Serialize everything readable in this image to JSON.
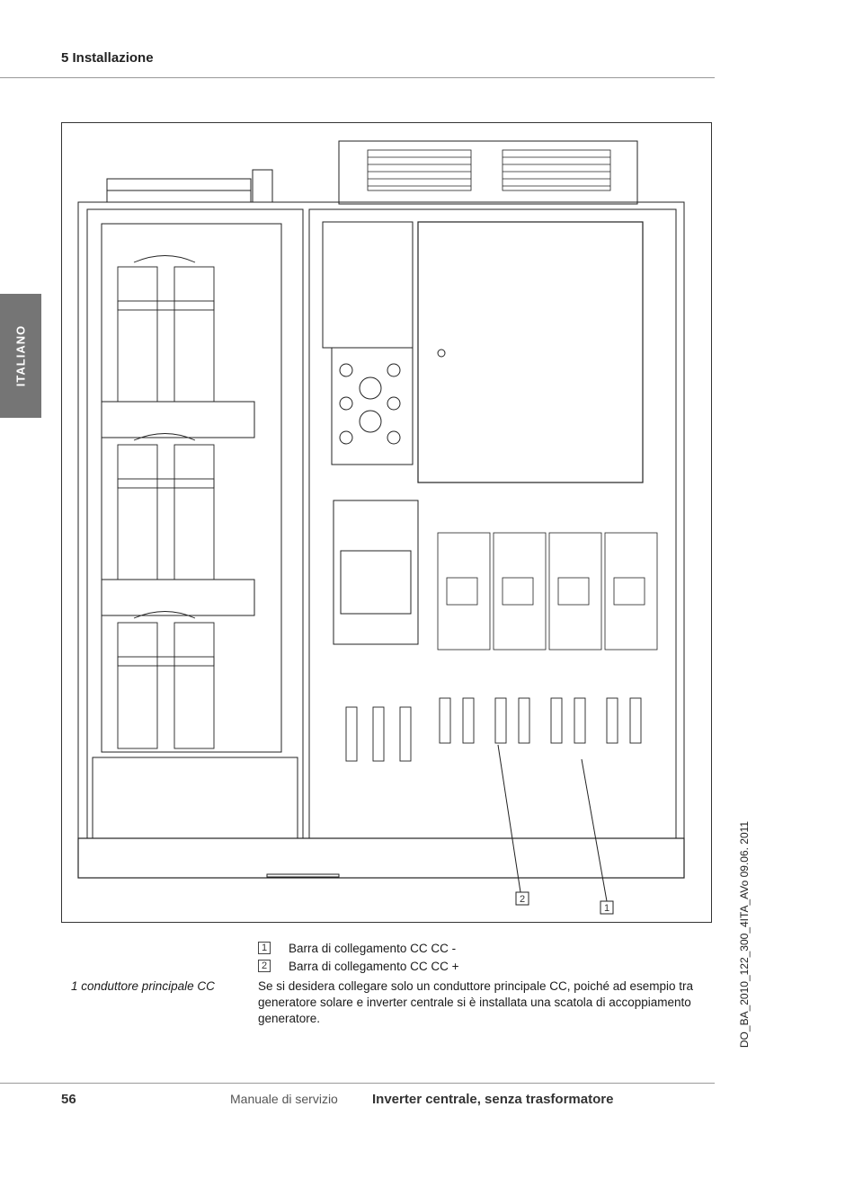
{
  "header": {
    "section_title": "5 Installazione"
  },
  "side_tab": {
    "language": "ITALIANO"
  },
  "figure": {
    "callout_1": "1",
    "callout_2": "2"
  },
  "doc_code": "DO_BA_2010_122_300_4ITA_AVo   09.06. 2011",
  "legend": [
    {
      "num": "1",
      "text": "Barra di collegamento CC CC -"
    },
    {
      "num": "2",
      "text": "Barra di collegamento CC CC +"
    }
  ],
  "note": {
    "label": "1 conduttore principale CC",
    "text": "Se si desidera collegare solo un conduttore principale CC, poiché ad esempio tra generatore solare e inverter centrale si è installata una scatola di accoppiamento generatore."
  },
  "footer": {
    "page_number": "56",
    "manual_label": "Manuale di servizio",
    "product_title": "Inverter centrale, senza trasformatore"
  }
}
